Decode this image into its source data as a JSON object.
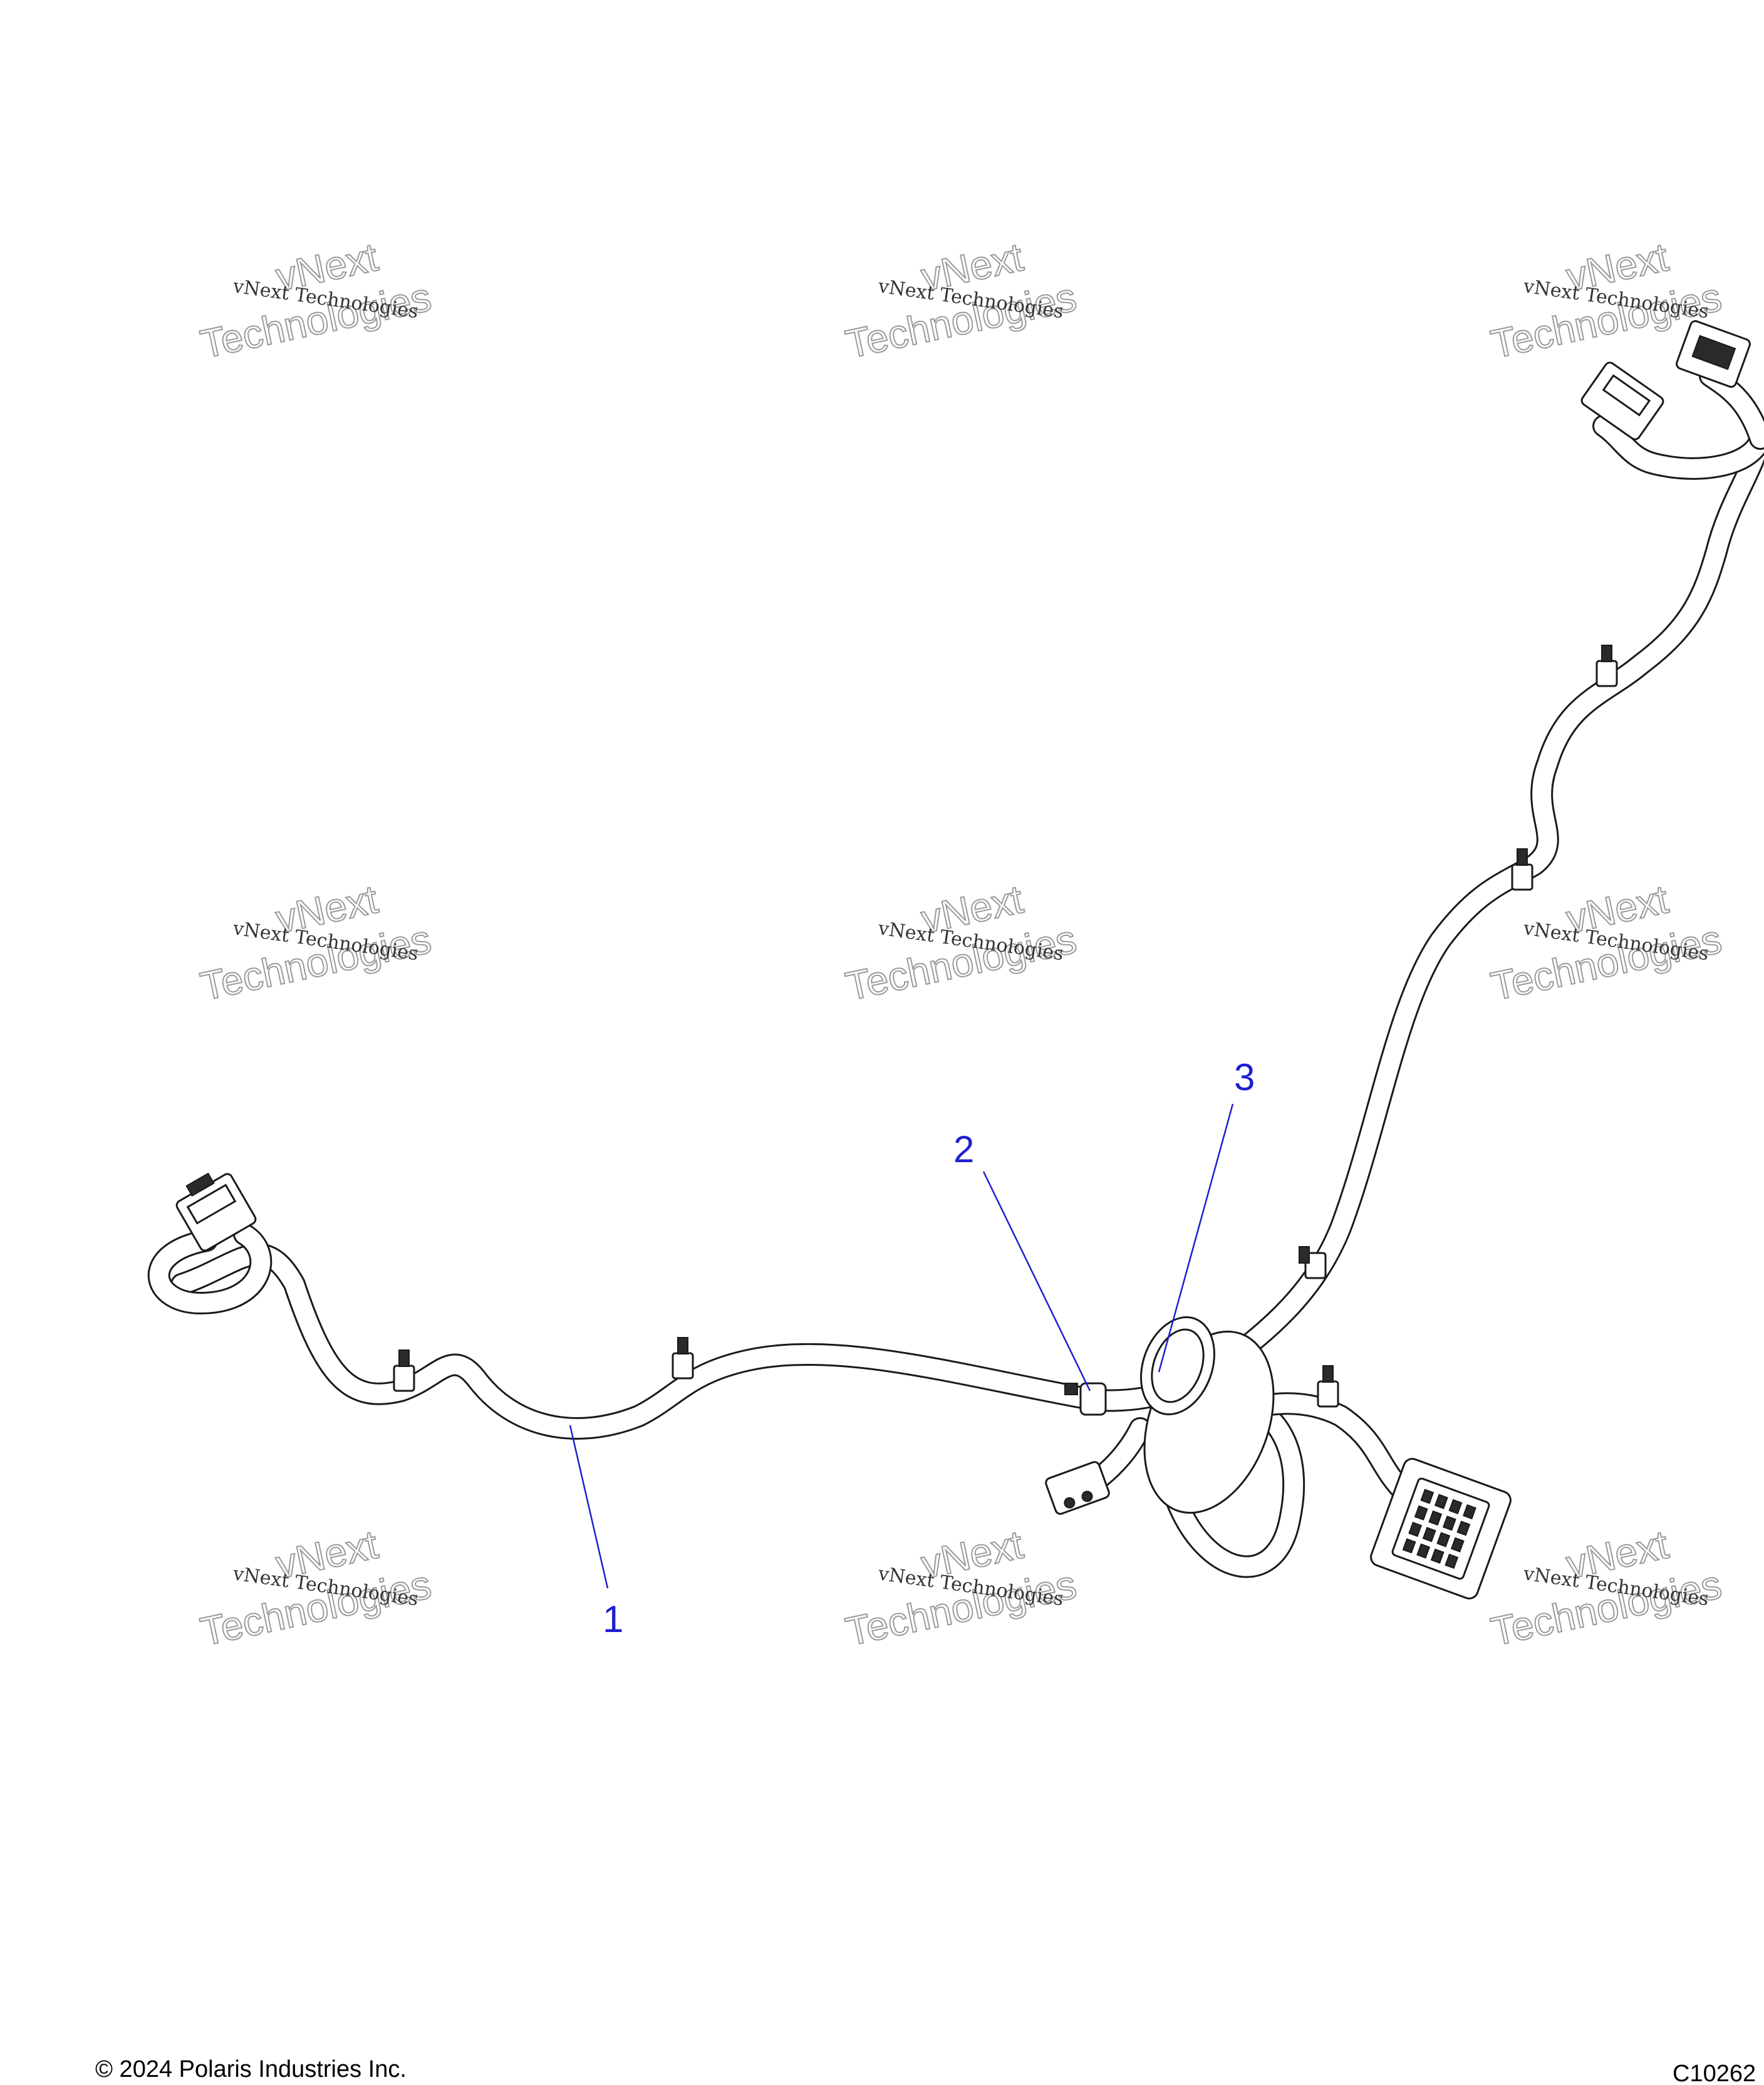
{
  "colors": {
    "callout": "#1f1fd0",
    "line": "#1a1a1a",
    "watermark": "#9a9a9a"
  },
  "watermark": {
    "small_text": "vNext Technologies",
    "big_line1": "vNext",
    "big_line2": "Technologies",
    "positions_count": 9
  },
  "callouts": [
    {
      "label": "1"
    },
    {
      "label": "2"
    },
    {
      "label": "3"
    }
  ],
  "footer": {
    "copyright": "© 2024 Polaris Industries Inc.",
    "code": "C10262"
  }
}
